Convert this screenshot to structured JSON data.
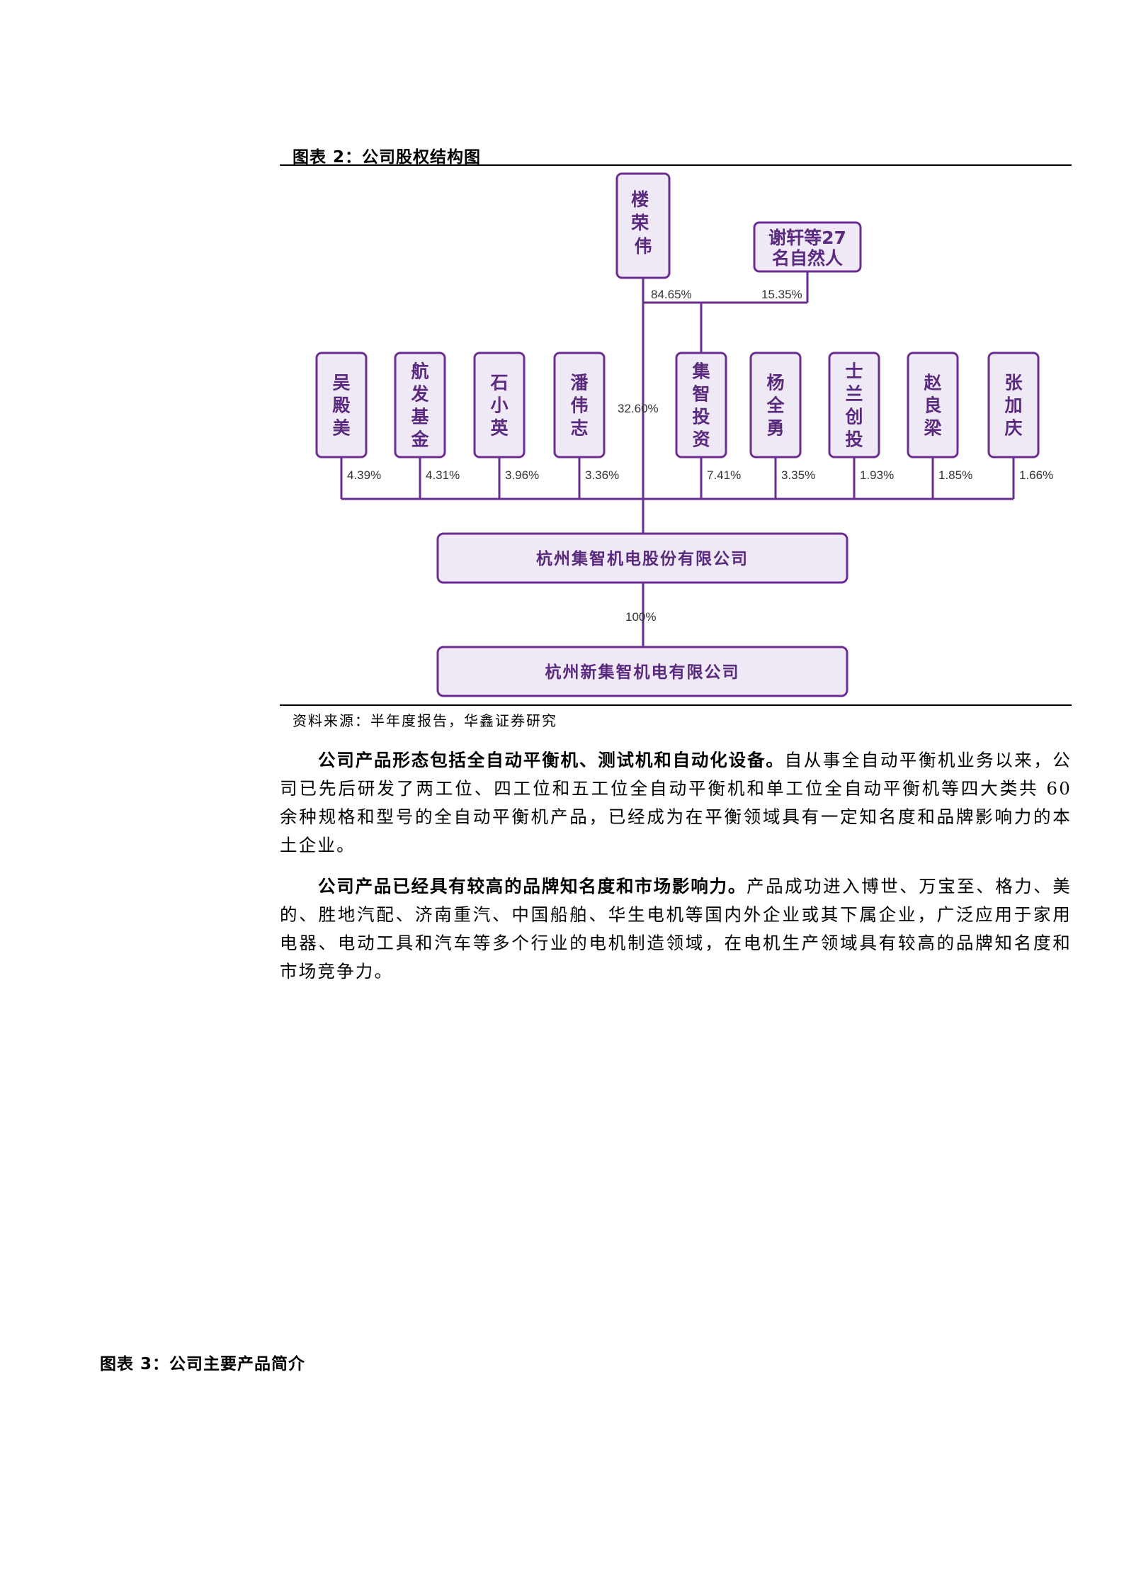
{
  "figure2": {
    "title": "图表 2：公司股权结构图",
    "source": "资料来源：半年度报告，华鑫证券研究"
  },
  "org": {
    "top": {
      "louronwei": "楼荣伟",
      "xiexuan_line1": "谢轩等27",
      "xiexuan_line2": "名自然人"
    },
    "top_pcts": {
      "louronwei": "84.65%",
      "xiexuan": "15.35%"
    },
    "shareholders": [
      {
        "name": "吴殿美",
        "pct": "4.39%"
      },
      {
        "name": "航发基金",
        "pct": "4.31%"
      },
      {
        "name": "石小英",
        "pct": "3.96%"
      },
      {
        "name": "潘伟志",
        "pct": "3.36%"
      },
      {
        "name": "集智投资",
        "pct": "7.41%"
      },
      {
        "name": "杨全勇",
        "pct": "3.35%"
      },
      {
        "name": "士兰创投",
        "pct": "1.93%"
      },
      {
        "name": "赵良梁",
        "pct": "1.85%"
      },
      {
        "name": "张加庆",
        "pct": "1.66%"
      }
    ],
    "louronwei_direct_pct": "32.60%",
    "company": "杭州集智机电股份有限公司",
    "subsidiary_pct": "100%",
    "subsidiary": "杭州新集智机电有限公司"
  },
  "paragraphs": [
    {
      "bold": "公司产品形态包括全自动平衡机、测试机和自动化设备。",
      "text": "自从事全自动平衡机业务以来，公司已先后研发了两工位、四工位和五工位全自动平衡机和单工位全自动平衡机等四大类共 60 余种规格和型号的全自动平衡机产品，已经成为在平衡领域具有一定知名度和品牌影响力的本土企业。"
    },
    {
      "bold": "公司产品已经具有较高的品牌知名度和市场影响力。",
      "text": "产品成功进入博世、万宝至、格力、美的、胜地汽配、济南重汽、中国船舶、华生电机等国内外企业或其下属企业，广泛应用于家用电器、电动工具和汽车等多个行业的电机制造领域，在电机生产领域具有较高的品牌知名度和市场竞争力。"
    }
  ],
  "figure3": {
    "title": "图表 3：公司主要产品简介"
  },
  "colors": {
    "accent": "#6b2c91",
    "box_fill": "#efe9f5"
  }
}
